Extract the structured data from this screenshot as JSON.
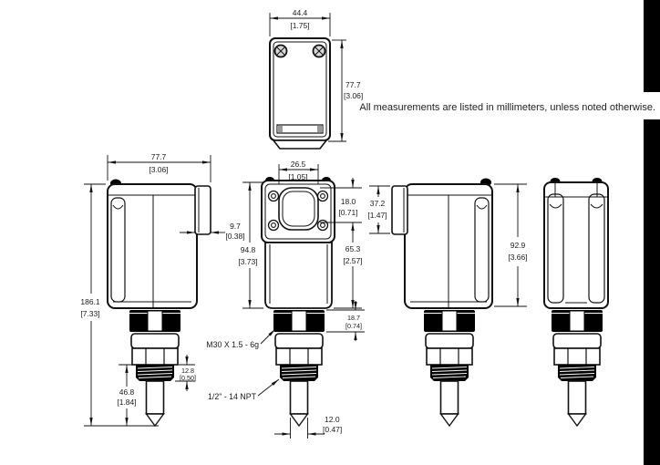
{
  "note": "All measurements are listed in millimeters, unless noted otherwise.",
  "views": {
    "top": {
      "width": {
        "mm": "44.4",
        "in": "[1.75]"
      },
      "depth": {
        "mm": "77.7",
        "in": "[3.06]"
      }
    },
    "side_left": {
      "depth": {
        "mm": "77.7",
        "in": "[3.06]"
      },
      "tab_thickness": {
        "mm": "9.7",
        "in": "[0.38]"
      },
      "overall_height": {
        "mm": "186.1",
        "in": "[7.33]"
      },
      "insertion_length": {
        "mm": "46.8",
        "in": "[1.84]"
      },
      "thread_length": {
        "mm": "12.8",
        "in": "[0.50]"
      }
    },
    "front": {
      "window_width": {
        "mm": "26.5",
        "in": "[1.05]"
      },
      "window_height": {
        "mm": "18.0",
        "in": "[0.71]"
      },
      "housing_height": {
        "mm": "94.8",
        "in": "[3.73]"
      },
      "lower_housing_height": {
        "mm": "65.3",
        "in": "[2.57]"
      },
      "nut_height": {
        "mm": "18.7",
        "in": "[0.74]"
      },
      "probe_diameter": {
        "mm": "12.0",
        "in": "[0.47]"
      },
      "thread_spec": "M30 X 1.5 - 6g",
      "process_thread_spec": "1/2\" - 14 NPT"
    },
    "side_right": {
      "connector_height": {
        "mm": "37.2",
        "in": "[1.47]"
      },
      "housing_height": {
        "mm": "92.9",
        "in": "[3.66]"
      }
    }
  }
}
